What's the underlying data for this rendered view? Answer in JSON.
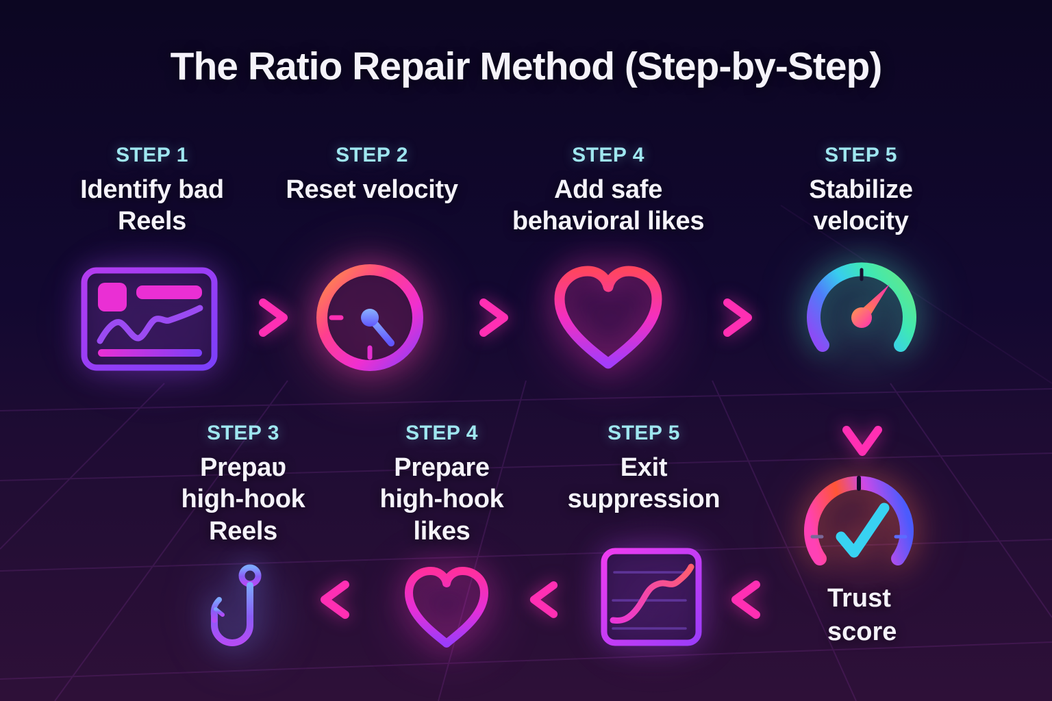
{
  "title": "The Ratio Repair Method (Step-by-Step)",
  "colors": {
    "bg_top": "#0c0622",
    "bg_bottom": "#2e1038",
    "accent_cyan": "#9fe7f0",
    "text_white": "#f5f3fa",
    "arrow_pink": "#ff2fb3",
    "grid_line": "#c44fe0"
  },
  "flow": {
    "top_row": [
      {
        "step_label": "STEP 1",
        "title": "Identify bad\nReels",
        "icon": "analytics-card-icon"
      },
      {
        "step_label": "STEP 2",
        "title": "Reset velocity",
        "icon": "clock-icon"
      },
      {
        "step_label": "STEP 4",
        "title": "Add safe\nbehavioral likes",
        "icon": "heart-icon"
      },
      {
        "step_label": "STEP 5",
        "title": "Stabilize\nvelocity",
        "icon": "speedometer-icon"
      }
    ],
    "bottom_row": [
      {
        "step_label": "STEP 3",
        "title": "Prepaʋ\nhigh-hook\nReels",
        "icon": "fishing-hook-icon"
      },
      {
        "step_label": "STEP 4",
        "title": "Prepare\nhigh-hook\nlikes",
        "icon": "heart-icon"
      },
      {
        "step_label": "STEP 5",
        "title": "Exit\nsuppression",
        "icon": "line-chart-card-icon"
      }
    ],
    "trust": {
      "label": "Trust\nscore",
      "icon": "trust-gauge-icon"
    },
    "arrows": [
      "right",
      "right",
      "right",
      "down",
      "left",
      "left",
      "left"
    ]
  }
}
